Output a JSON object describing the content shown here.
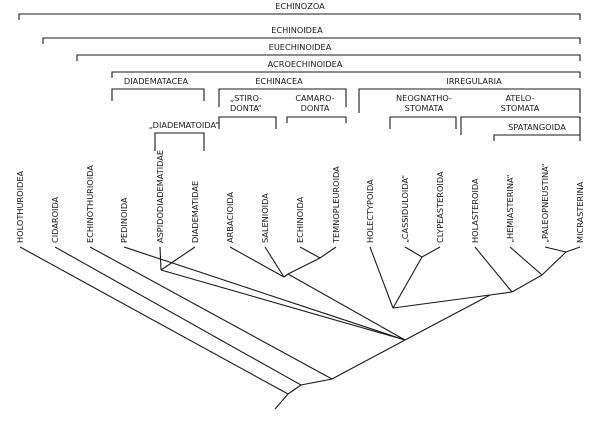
{
  "taxa": [
    "HOLOTHUROIDEA",
    "CIDAROIDA",
    "ECHINOTHURIOIDA",
    "PEDINOIDA",
    "ASPIDODIADEMATIDAE",
    "DIADEMATIDAE",
    "ARBACIOIDA",
    "SALENIOIDA",
    "ECHINOIDA",
    "TEMNOPLEUROIDA",
    "HOLECTYPOIDA",
    "„CASSIDULOIDA“",
    "CLYPEASTEROIDA",
    "HOLASTEROIDA",
    "„HEMIASTERINA“",
    "„PALEOPNEUSTINA“",
    "MICRASTERINA"
  ],
  "groups": [
    {
      "label": "ECHINOZOA",
      "taxa": [
        "HOLOTHUROIDEA",
        "MICRASTERINA"
      ]
    },
    {
      "label": "ECHINOIDEA",
      "taxa": [
        "CIDAROIDA",
        "MICRASTERINA"
      ]
    },
    {
      "label": "EUECHINOIDEA",
      "taxa": [
        "ECHINOTHURIOIDA",
        "MICRASTERINA"
      ]
    },
    {
      "label": "ACROECHINOIDEA",
      "taxa": [
        "PEDINOIDA",
        "MICRASTERINA"
      ]
    },
    {
      "label": "DIADEMATACEA",
      "taxa": [
        "PEDINOIDA",
        "DIADEMATIDAE"
      ]
    },
    {
      "label": "ECHINACEA",
      "taxa": [
        "ARBACIOIDA",
        "TEMNOPLEUROIDA"
      ]
    },
    {
      "label": "IRREGULARIA",
      "taxa": [
        "HOLECTYPOIDA",
        "MICRASTERINA"
      ]
    },
    {
      "label": "„DIADEMATOIDA“",
      "taxa": [
        "ASPIDODIADEMATIDAE",
        "DIADEMATIDAE"
      ]
    },
    {
      "label": "„STIRO-\nDONTA“",
      "taxa": [
        "ARBACIOIDA",
        "SALENIOIDA"
      ]
    },
    {
      "label": "CAMARO-\nDONTA",
      "taxa": [
        "ECHINOIDA",
        "TEMNOPLEUROIDA"
      ]
    },
    {
      "label": "NEOGNATHO-\nSTOMATA",
      "taxa": [
        "„CASSIDULOIDA“",
        "CLYPEASTEROIDA"
      ]
    },
    {
      "label": "ATELO-\nSTOMATA",
      "taxa": [
        "HOLASTEROIDA",
        "MICRASTERINA"
      ]
    },
    {
      "label": "SPATANGOIDA",
      "taxa": [
        "„HEMIASTERINA“",
        "MICRASTERINA"
      ]
    }
  ]
}
